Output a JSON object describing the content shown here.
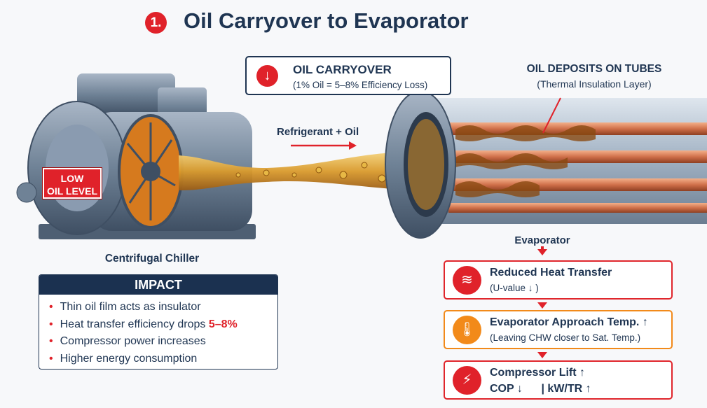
{
  "title": {
    "number": "1.",
    "text": "Oil Carryover to Evaporator"
  },
  "callout": {
    "title": "OIL CARRYOVER",
    "subtitle": "(1% Oil = 5–8% Efficiency Loss)",
    "icon": "down-arrow-icon"
  },
  "deposits": {
    "title": "OIL DEPOSITS ON TUBES",
    "subtitle": "(Thermal Insulation Layer)"
  },
  "flow_label": "Refrigerant + Oil",
  "low_oil": {
    "line1": "LOW",
    "line2": "OIL LEVEL"
  },
  "chiller_label": "Centrifugal Chiller",
  "evaporator_label": "Evaporator",
  "impact": {
    "header": "IMPACT",
    "items": [
      {
        "text": "Thin oil film acts as insulator"
      },
      {
        "text": "Heat transfer efficiency drops ",
        "highlight": "5–8%"
      },
      {
        "text": "Compressor power increases"
      },
      {
        "text": "Higher energy consumption"
      }
    ]
  },
  "effects": [
    {
      "title": "Reduced Heat Transfer",
      "subtitle": "(U-value ↓ )",
      "icon": "heat-transfer-icon",
      "color": "#e0222a"
    },
    {
      "title": "Evaporator Approach Temp. ↑",
      "subtitle": "(Leaving CHW closer to Sat. Temp.)",
      "icon": "thermometer-icon",
      "color": "#f28a1a"
    },
    {
      "title": "Compressor Lift ↑",
      "subtitle": "COP ↓      | kW/TR ↑",
      "icon": "lightning-icon",
      "color": "#e0222a"
    }
  ],
  "colors": {
    "navy": "#1f3552",
    "red": "#e0222a",
    "orange": "#f28a1a",
    "oil": "#c98a2a",
    "copper": "#d9825a"
  }
}
